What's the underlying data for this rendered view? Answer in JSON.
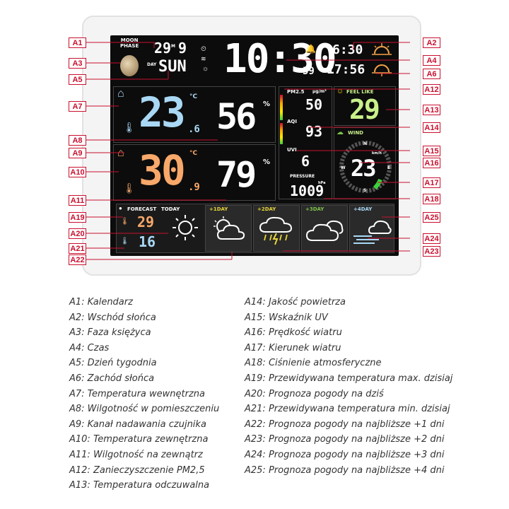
{
  "screen": {
    "moon_phase_label": "MOON\nPHASE",
    "date_day": "29",
    "date_month": "9",
    "date_sep": "M",
    "day_label": "DAY",
    "weekday": "SUN",
    "time": "10:30",
    "seconds": "59",
    "sunrise": "6:30",
    "sunset": "17:56",
    "indoor_temp": "23",
    "indoor_temp_dec": ".6",
    "indoor_unit": "°C",
    "indoor_hum": "56",
    "indoor_hum_unit": "%",
    "outdoor_temp": "30",
    "outdoor_temp_dec": ".9",
    "outdoor_unit": "°C",
    "outdoor_hum": "79",
    "outdoor_hum_unit": "%",
    "pm25_label": "PM2.5",
    "pm25_unit": "μg/m³",
    "pm25_value": "50",
    "aqi_label": "AQI",
    "aqi_value": "93",
    "uvi_label": "UVI",
    "uvi_value": "6",
    "pressure_label": "PRESSURE",
    "pressure_unit": "hPa",
    "pressure_value": "1009",
    "feel_like_label": "FEEL LIKE",
    "feel_like_value": "29",
    "wind_label": "WIND",
    "wind_unit": "km/h",
    "wind_value": "23",
    "compass_n": "N",
    "compass_s": "S",
    "compass_e": "E",
    "compass_w": "W",
    "forecast_label": "FORECAST",
    "today_label": "TODAY",
    "forecast_max": "29",
    "forecast_min": "16",
    "day1": "+1DAY",
    "day2": "+2DAY",
    "day3": "+3DAY",
    "day4": "+4DAY"
  },
  "callouts": [
    "A1",
    "A2",
    "A3",
    "A4",
    "A5",
    "A6",
    "A7",
    "A8",
    "A9",
    "A10",
    "A11",
    "A12",
    "A13",
    "A14",
    "A15",
    "A16",
    "A17",
    "A18",
    "A19",
    "A20",
    "A21",
    "A22",
    "A23",
    "A24",
    "A25"
  ],
  "legend_left": [
    "A1: Kalendarz",
    "A2: Wschód słońca",
    "A3: Faza księżyca",
    "A4: Czas",
    "A5: Dzień tygodnia",
    "A6: Zachód słońca",
    "A7: Temperatura wewnętrzna",
    "A8: Wilgotność w pomieszczeniu",
    "A9: Kanał nadawania czujnika",
    "A10: Temperatura zewnętrzna",
    "A11: Wilgotność na zewnątrz",
    "A12: Zanieczyszczenie PM2,5",
    "A13: Temperatura odczuwalna"
  ],
  "legend_right": [
    "A14: Jakość powietrza",
    "A15: Wskaźnik UV",
    "A16: Prędkość wiatru",
    "A17: Kierunek wiatru",
    "A18: Ciśnienie atmosferyczne",
    "A19: Przewidywana temperatura max. dzisiaj",
    "A20: Prognoza pogody na dziś",
    "A21: Przewidywana temperatura min. dzisiaj",
    "A22: Prognoza pogody na najbliższe +1 dni",
    "A23: Prognoza pogody na najbliższe +2 dni",
    "A24: Prognoza pogody na najbliższe +3 dni",
    "A25: Prognoza pogody na najbliższe +4 dni"
  ],
  "colors": {
    "callout_red": "#c8102e",
    "indoor_blue": "#a9d8f5",
    "outdoor_orange": "#f7a86a",
    "forecast_yellow": "#e6d23a",
    "feel_green": "#c9f08a",
    "forecast_bg": "#2a2a2a"
  }
}
